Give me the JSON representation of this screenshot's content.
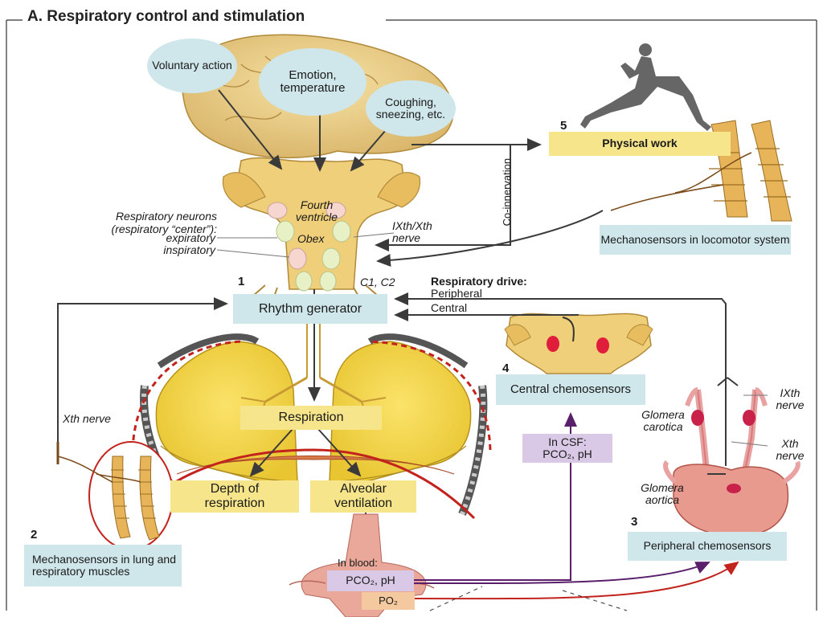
{
  "title": "A. Respiratory control and stimulation",
  "bubbles": {
    "voluntary": "Voluntary action",
    "emotion": "Emotion, temperature",
    "coughing": "Coughing, sneezing, etc."
  },
  "brainstem": {
    "fourth_ventricle": "Fourth ventricle",
    "obex": "Obex",
    "neurons_line1": "Respiratory neurons",
    "neurons_line2": "(respiratory “center”):",
    "expiratory": "expiratory",
    "inspiratory": "inspiratory",
    "ixth_xth_nerve": "IXth/Xth nerve",
    "c1c2": "C1, C2"
  },
  "physical": {
    "number": "5",
    "label": "Physical work",
    "coinnervation": "Co-innervation",
    "mechanosensors": "Mechanosensors in locomotor system"
  },
  "rhythm": {
    "number": "1",
    "label": "Rhythm generator"
  },
  "drive": {
    "heading": "Respiratory drive:",
    "peripheral": "Peripheral",
    "central": "Central"
  },
  "central_chemo": {
    "number": "4",
    "label": "Central chemosensors",
    "csf": "In CSF:",
    "csf_values": "PCO₂, pH"
  },
  "lungs": {
    "respiration": "Respiration",
    "depth": "Depth of respiration",
    "alveolar": "Alveolar ventilation",
    "xth_nerve": "Xth nerve"
  },
  "lung_mechano": {
    "number": "2",
    "label": "Mechanosensors in lung and respiratory muscles"
  },
  "blood": {
    "label": "In blood:",
    "values": "PCO₂, pH",
    "po2": "PO₂"
  },
  "peripheral": {
    "number": "3",
    "label": "Peripheral chemosensors",
    "glomera_carotica": "Glomera carotica",
    "glomera_aortica": "Glomera aortica",
    "ixth_nerve": "IXth nerve",
    "xth_nerve": "Xth nerve"
  }
}
